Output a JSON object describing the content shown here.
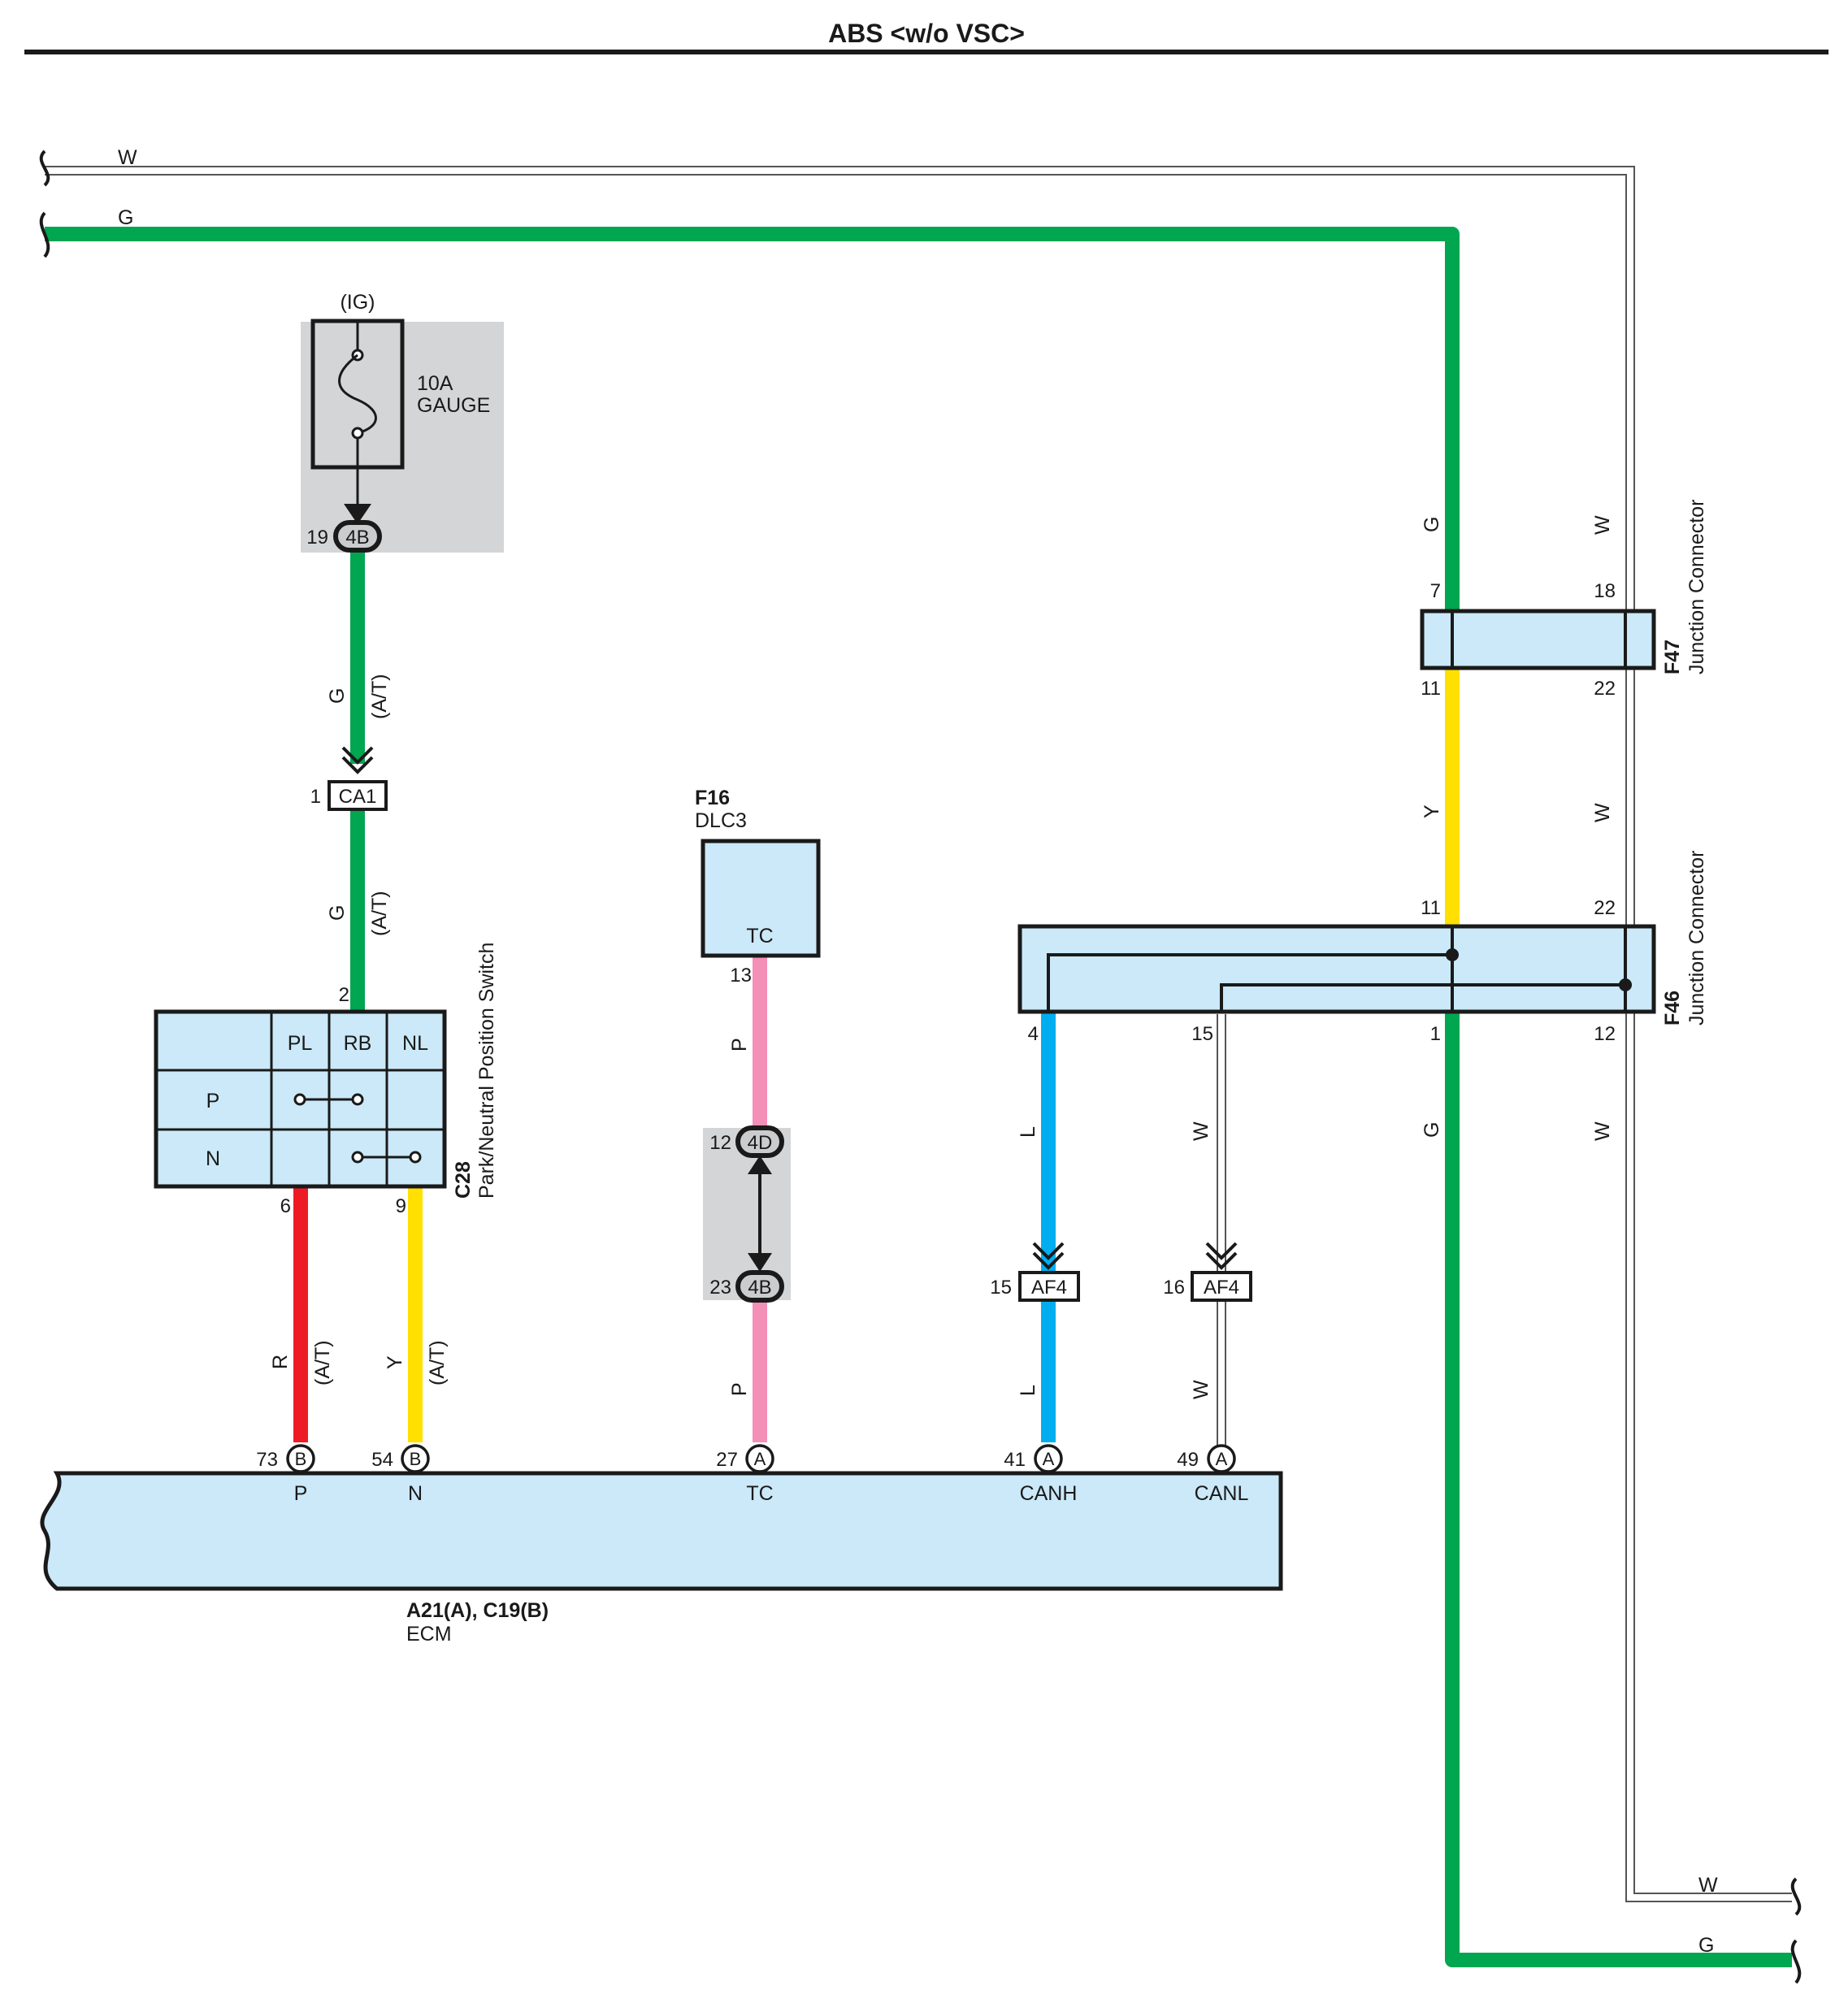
{
  "title": "ABS <w/o VSC>",
  "colors": {
    "green": "#00a650",
    "yellow": "#ffe000",
    "red": "#ed1c24",
    "pink": "#f48fb8",
    "blue": "#00aeef",
    "white_wire": "#555555",
    "connector_fill": "#cbe9f8",
    "shaded_area": "#d4d5d7"
  },
  "wire_codes": {
    "W": "W",
    "G": "G",
    "Y": "Y",
    "R": "R",
    "P": "P",
    "L": "L",
    "at": "(A/T)"
  },
  "fuse": {
    "source": "(IG)",
    "rating": "10A",
    "name": "GAUGE",
    "plug": "4B",
    "pin": "19"
  },
  "connectors": {
    "ca1": {
      "name": "CA1",
      "pin": "1"
    },
    "af4_left": {
      "name": "AF4",
      "pin": "15"
    },
    "af4_right": {
      "name": "AF4",
      "pin": "16"
    },
    "plug_4d": {
      "name": "4D",
      "pin": "12"
    },
    "plug_4b": {
      "name": "4B",
      "pin": "23"
    }
  },
  "switch": {
    "code": "C28",
    "name": "Park/Neutral Position Switch",
    "columns": [
      "PL",
      "RB",
      "NL"
    ],
    "rows": [
      "P",
      "N"
    ],
    "pin_top": "2",
    "pin_left": "6",
    "pin_right": "9"
  },
  "dlc3": {
    "code": "F16",
    "name": "DLC3",
    "terminal": "TC",
    "pin": "13"
  },
  "f47": {
    "code": "F47",
    "name": "Junction Connector",
    "pins": {
      "tl": "7",
      "tr": "18",
      "bl": "11",
      "br": "22"
    }
  },
  "f46": {
    "code": "F46",
    "name": "Junction Connector",
    "pins": {
      "top_l": "11",
      "top_r": "22",
      "b1": "4",
      "b2": "15",
      "b3": "1",
      "b4": "12"
    }
  },
  "ecm": {
    "code": "A21(A), C19(B)",
    "name": "ECM",
    "terminals": [
      {
        "pin": "73",
        "conn": "B",
        "label": "P"
      },
      {
        "pin": "54",
        "conn": "B",
        "label": "N"
      },
      {
        "pin": "27",
        "conn": "A",
        "label": "TC"
      },
      {
        "pin": "41",
        "conn": "A",
        "label": "CANH"
      },
      {
        "pin": "49",
        "conn": "A",
        "label": "CANL"
      }
    ]
  }
}
